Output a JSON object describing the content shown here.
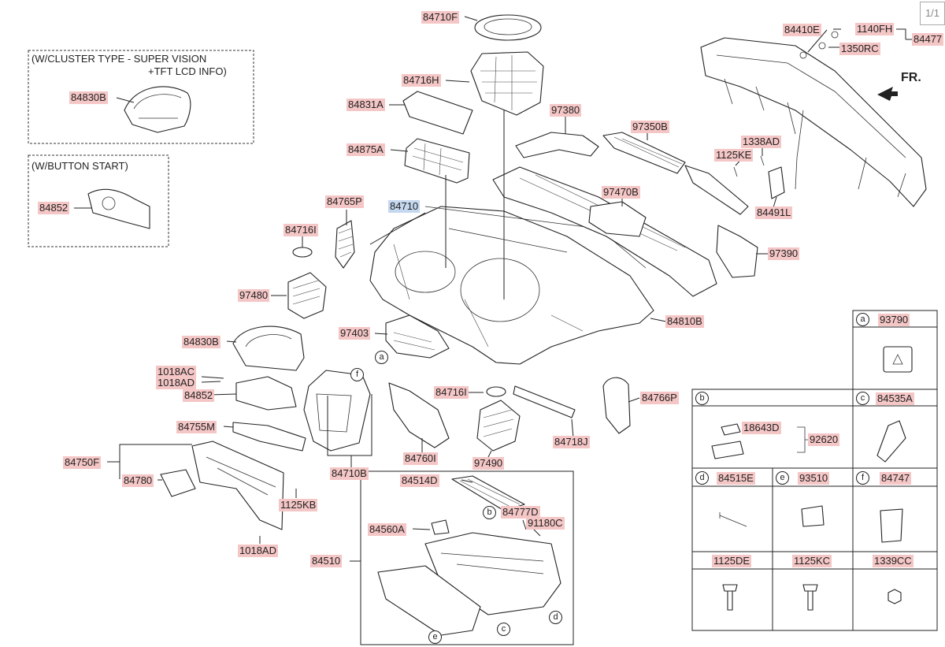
{
  "page_indicator": "1/1",
  "direction_label": "FR.",
  "insets": {
    "cluster_caption_1": "(W/CLUSTER TYPE - SUPER VISION",
    "cluster_caption_2": "+TFT LCD INFO)",
    "button_caption": "(W/BUTTON START)"
  },
  "selected_part": "84710",
  "labels": {
    "l84710F": "84710F",
    "l84716H": "84716H",
    "l84831A": "84831A",
    "l84875A": "84875A",
    "l84765P": "84765P",
    "l84710": "84710",
    "l84716I_a": "84716I",
    "l97480": "97480",
    "l97380": "97380",
    "l97350B": "97350B",
    "l97470B": "97470B",
    "l97390": "97390",
    "l84410E": "84410E",
    "l1140FH": "1140FH",
    "l84477": "84477",
    "l1350RC": "1350RC",
    "l1338AD": "1338AD",
    "l1125KE": "1125KE",
    "l84491L": "84491L",
    "l84810B": "84810B",
    "l84830B_inset": "84830B",
    "l84852_inset": "84852",
    "l84830B": "84830B",
    "l97403": "97403",
    "l1018AC": "1018AC",
    "l1018AD_a": "1018AD",
    "l84852": "84852",
    "l84755M": "84755M",
    "l84750F": "84750F",
    "l84780": "84780",
    "l1125KB": "1125KB",
    "l1018AD_b": "1018AD",
    "l84716I_b": "84716I",
    "l84766P": "84766P",
    "l84718J": "84718J",
    "l84760I": "84760I",
    "l97490": "97490",
    "l84710B": "84710B",
    "l84514D": "84514D",
    "l84560A": "84560A",
    "l84777D": "84777D",
    "l91180C": "91180C",
    "l84510": "84510"
  },
  "callouts": {
    "a": "a",
    "b": "b",
    "c": "c",
    "d": "d",
    "e": "e",
    "f": "f"
  },
  "legend": {
    "cell_a": {
      "letter": "a",
      "part": "93790"
    },
    "cell_b": {
      "letter": "b",
      "part_1": "18643D",
      "part_2": "92620"
    },
    "cell_c": {
      "letter": "c",
      "part": "84535A"
    },
    "cell_d": {
      "letter": "d",
      "part": "84515E"
    },
    "cell_e": {
      "letter": "e",
      "part": "93510"
    },
    "cell_f": {
      "letter": "f",
      "part": "84747"
    },
    "cell_g": {
      "part": "1125DE"
    },
    "cell_h": {
      "part": "1125KC"
    },
    "cell_i": {
      "part": "1339CC"
    }
  }
}
